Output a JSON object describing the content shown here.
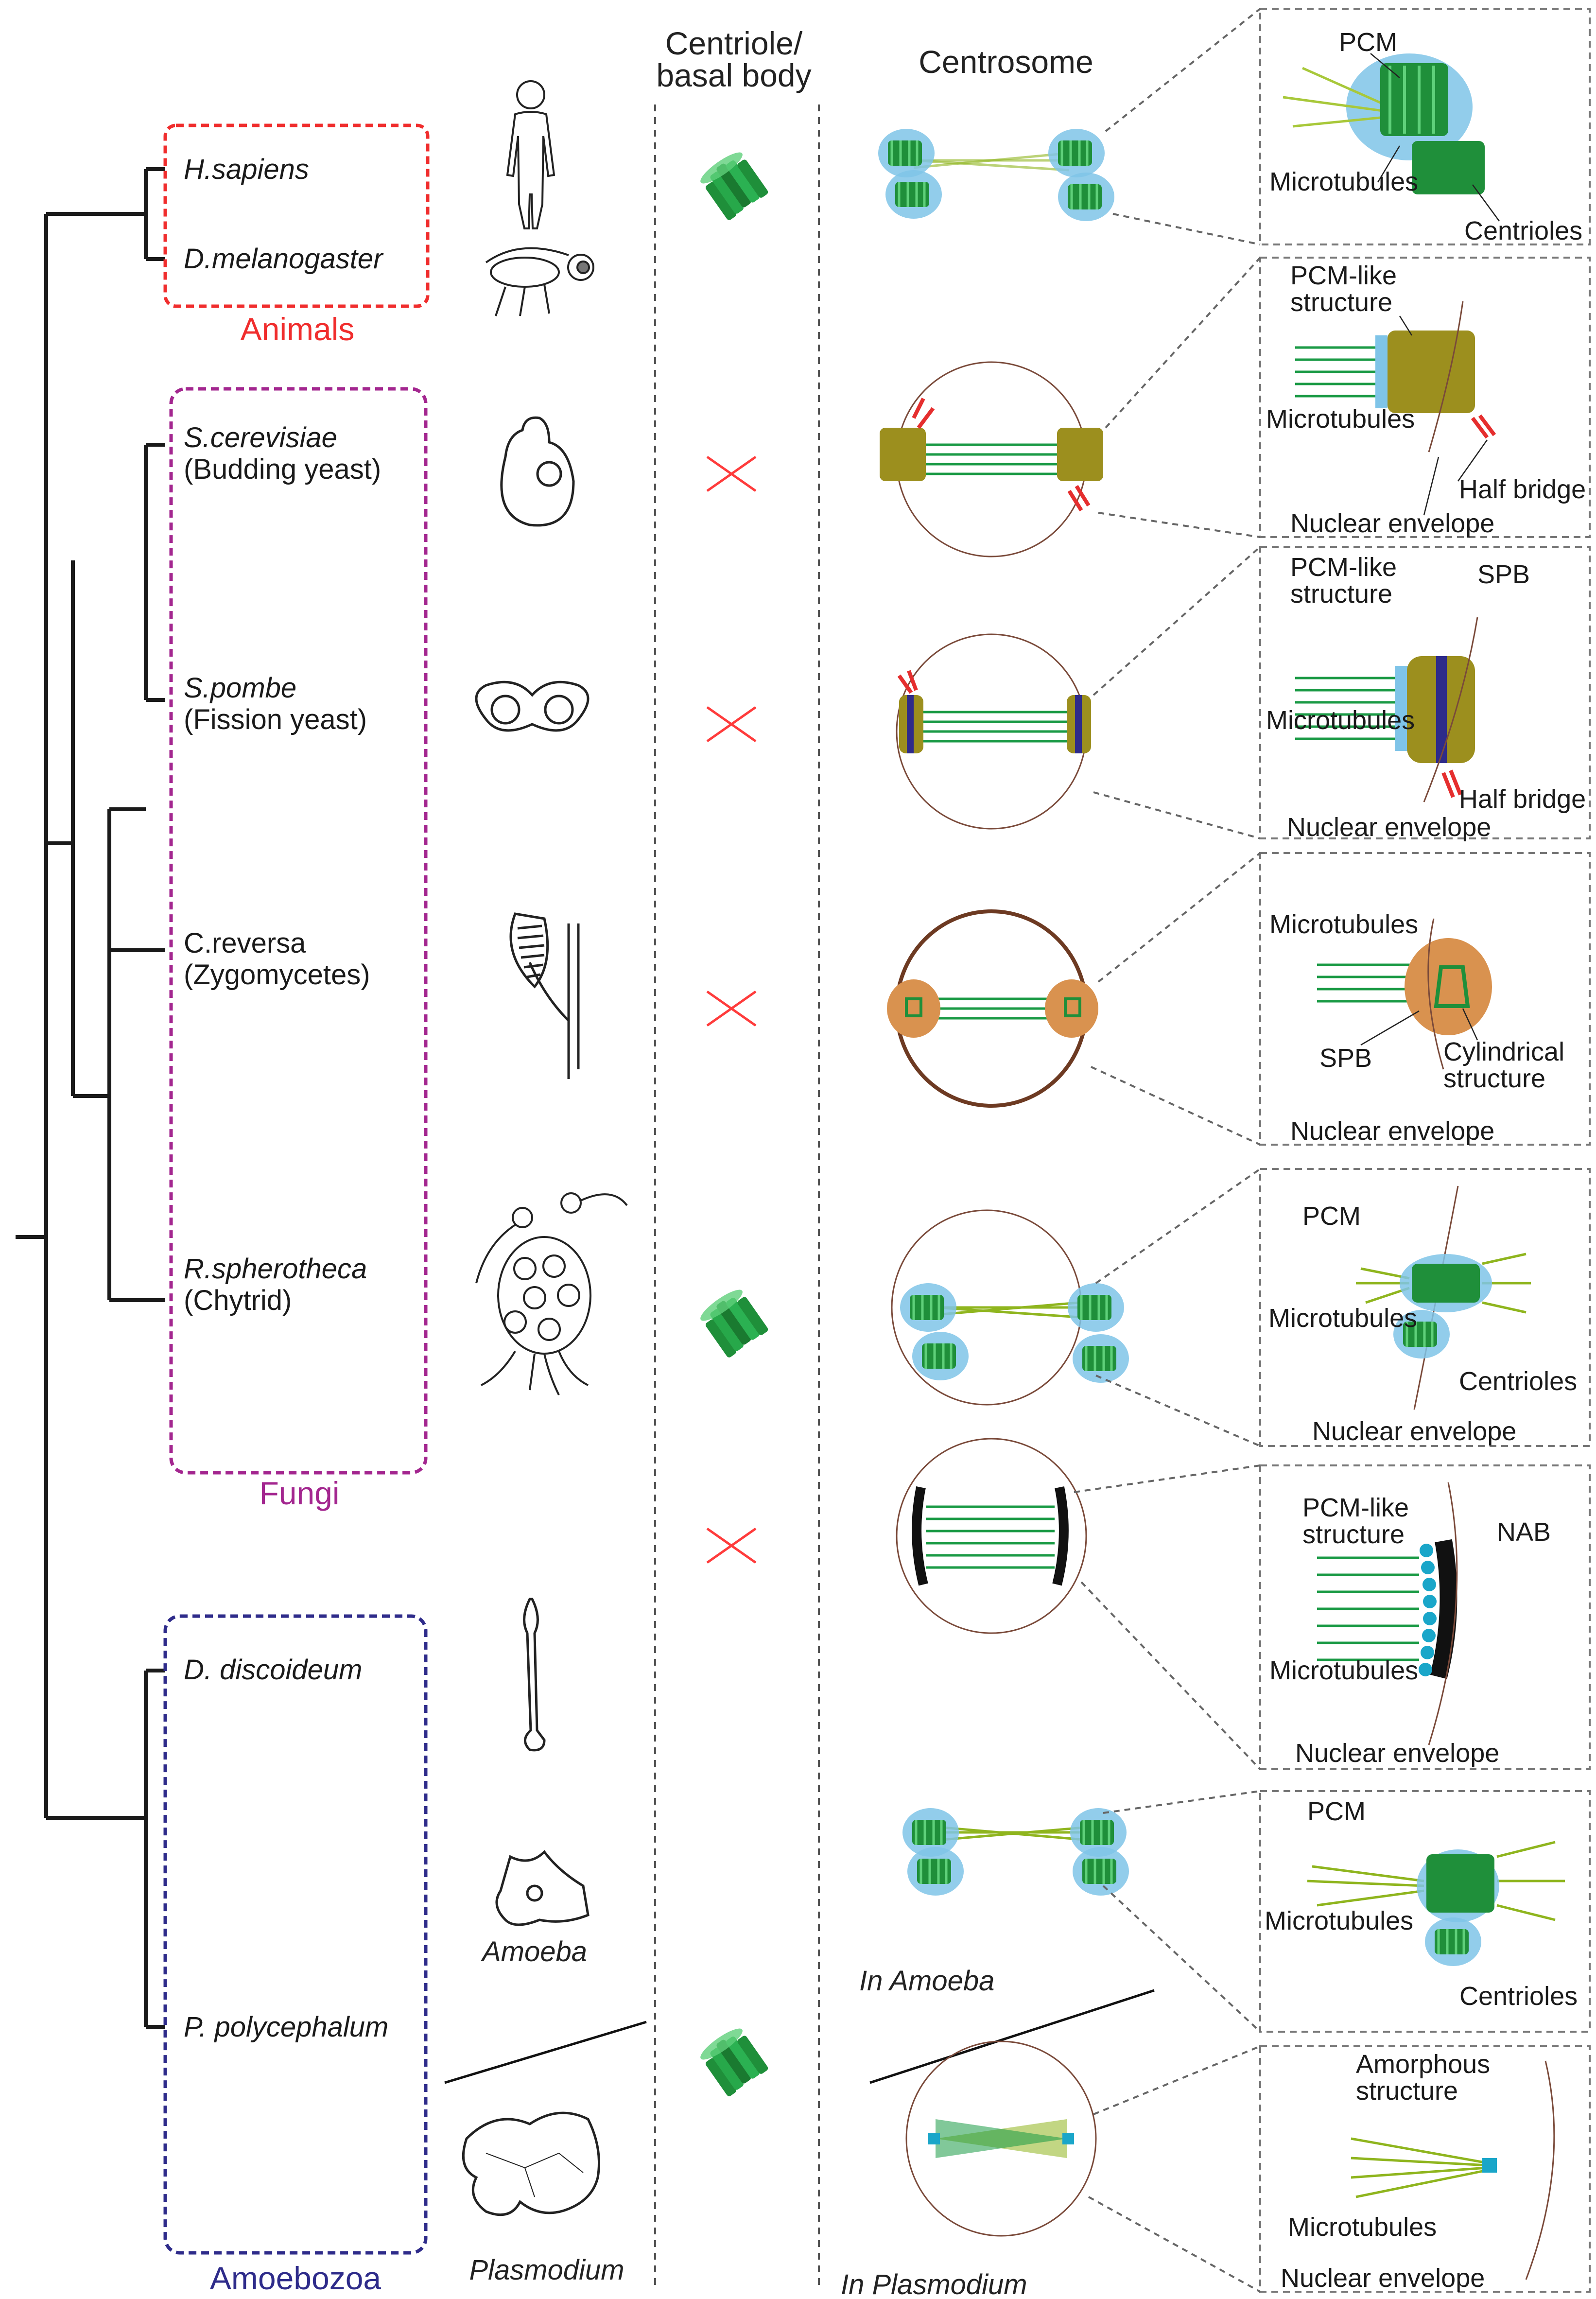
{
  "headers": {
    "centriole": [
      "Centriole/",
      "basal body"
    ],
    "centrosome": "Centrosome"
  },
  "groups": [
    {
      "name": "Animals",
      "color": "#f02d2d"
    },
    {
      "name": "Fungi",
      "color": "#a3268f"
    },
    {
      "name": "Amoebozoa",
      "color": "#2e2b8a"
    }
  ],
  "species": [
    {
      "name": "H.sapiens",
      "common": "",
      "italic": true,
      "group": "Animals",
      "centriole": "present"
    },
    {
      "name": "D.melanogaster",
      "common": "",
      "italic": true,
      "group": "Animals",
      "centriole": "present"
    },
    {
      "name": "S.cerevisiae",
      "common": "(Budding yeast)",
      "italic": true,
      "group": "Fungi",
      "centriole": "absent"
    },
    {
      "name": "S.pombe",
      "common": "(Fission yeast)",
      "italic": true,
      "group": "Fungi",
      "centriole": "absent"
    },
    {
      "name": "C.reversa",
      "common": "(Zygomycetes)",
      "italic": false,
      "group": "Fungi",
      "centriole": "absent"
    },
    {
      "name": "R.spherotheca",
      "common": "(Chytrid)",
      "italic": true,
      "group": "Fungi",
      "centriole": "present"
    },
    {
      "name": "D. discoideum",
      "common": "",
      "italic": true,
      "group": "Amoebozoa",
      "centriole": "absent"
    },
    {
      "name": "P. polycephalum",
      "common": "",
      "italic": true,
      "group": "Amoebozoa",
      "centriole": "present"
    }
  ],
  "stage_labels": {
    "amoeba_icon": "Amoeba",
    "plasmodium_icon": "Plasmodium",
    "in_amoeba": "In Amoeba",
    "in_plasmodium": "In Plasmodium"
  },
  "detail_panels": [
    {
      "labels": [
        "PCM",
        "Microtubules",
        "Centrioles"
      ]
    },
    {
      "labels": [
        "PCM-like",
        "structure",
        "Microtubules",
        "Half bridge",
        "Nuclear envelope"
      ]
    },
    {
      "labels": [
        "PCM-like",
        "structure",
        "SPB",
        "Microtubules",
        "Half bridge",
        "Nuclear envelope"
      ]
    },
    {
      "labels": [
        "Microtubules",
        "SPB",
        "Cylindrical",
        "structure",
        "Nuclear envelope"
      ]
    },
    {
      "labels": [
        "PCM",
        "Microtubules",
        "Centrioles",
        "Nuclear envelope"
      ]
    },
    {
      "labels": [
        "PCM-like",
        "structure",
        "NAB",
        "Microtubules",
        "Nuclear envelope"
      ]
    },
    {
      "labels": [
        "PCM",
        "Microtubules",
        "Centrioles"
      ]
    },
    {
      "labels": [
        "Amorphous",
        "structure",
        "Microtubules",
        "Nuclear envelope"
      ]
    }
  ],
  "colors": {
    "centriole_green": "#1f8f3a",
    "pcm_blue": "#7fc4e8",
    "spb_olive": "#9c8f1e",
    "absent_mark": "#ff3b3b",
    "cylindrical_orange": "#d9924f"
  }
}
